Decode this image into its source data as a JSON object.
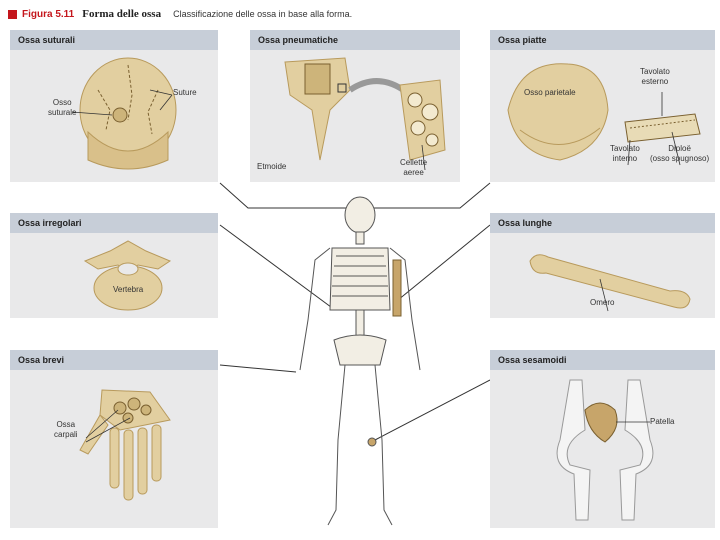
{
  "header": {
    "figure_number": "Figura 5.11",
    "figure_title": "Forma delle ossa",
    "caption": "Classificazione delle ossa in base alla forma."
  },
  "panels": {
    "suturali": {
      "title": "Ossa suturali",
      "labels": {
        "osso_suturale": "Osso\nsuturale",
        "suture": "Suture"
      }
    },
    "pneumatiche": {
      "title": "Ossa pneumatiche",
      "labels": {
        "etmoide": "Etmoide",
        "cellette": "Cellette\naeree"
      }
    },
    "piatte": {
      "title": "Ossa piatte",
      "labels": {
        "parietale": "Osso parietale",
        "esterno": "Tavolato\nesterno",
        "interno": "Tavolato\ninterno",
        "diploe": "Diploë\n(osso spugnoso)"
      }
    },
    "irregolari": {
      "title": "Ossa irregolari",
      "labels": {
        "vertebra": "Vertebra"
      }
    },
    "lunghe": {
      "title": "Ossa lunghe",
      "labels": {
        "omero": "Omero"
      }
    },
    "brevi": {
      "title": "Ossa brevi",
      "labels": {
        "carpali": "Ossa\ncarpali"
      }
    },
    "sesamoidi": {
      "title": "Ossa sesamoidi",
      "labels": {
        "patella": "Patella"
      }
    }
  },
  "colors": {
    "panel_bg": "#e9e9ea",
    "panel_header": "#c7ced8",
    "bone": "#e2cfa0",
    "bone_dark": "#b89a5c",
    "accent_red": "#c4161c"
  }
}
